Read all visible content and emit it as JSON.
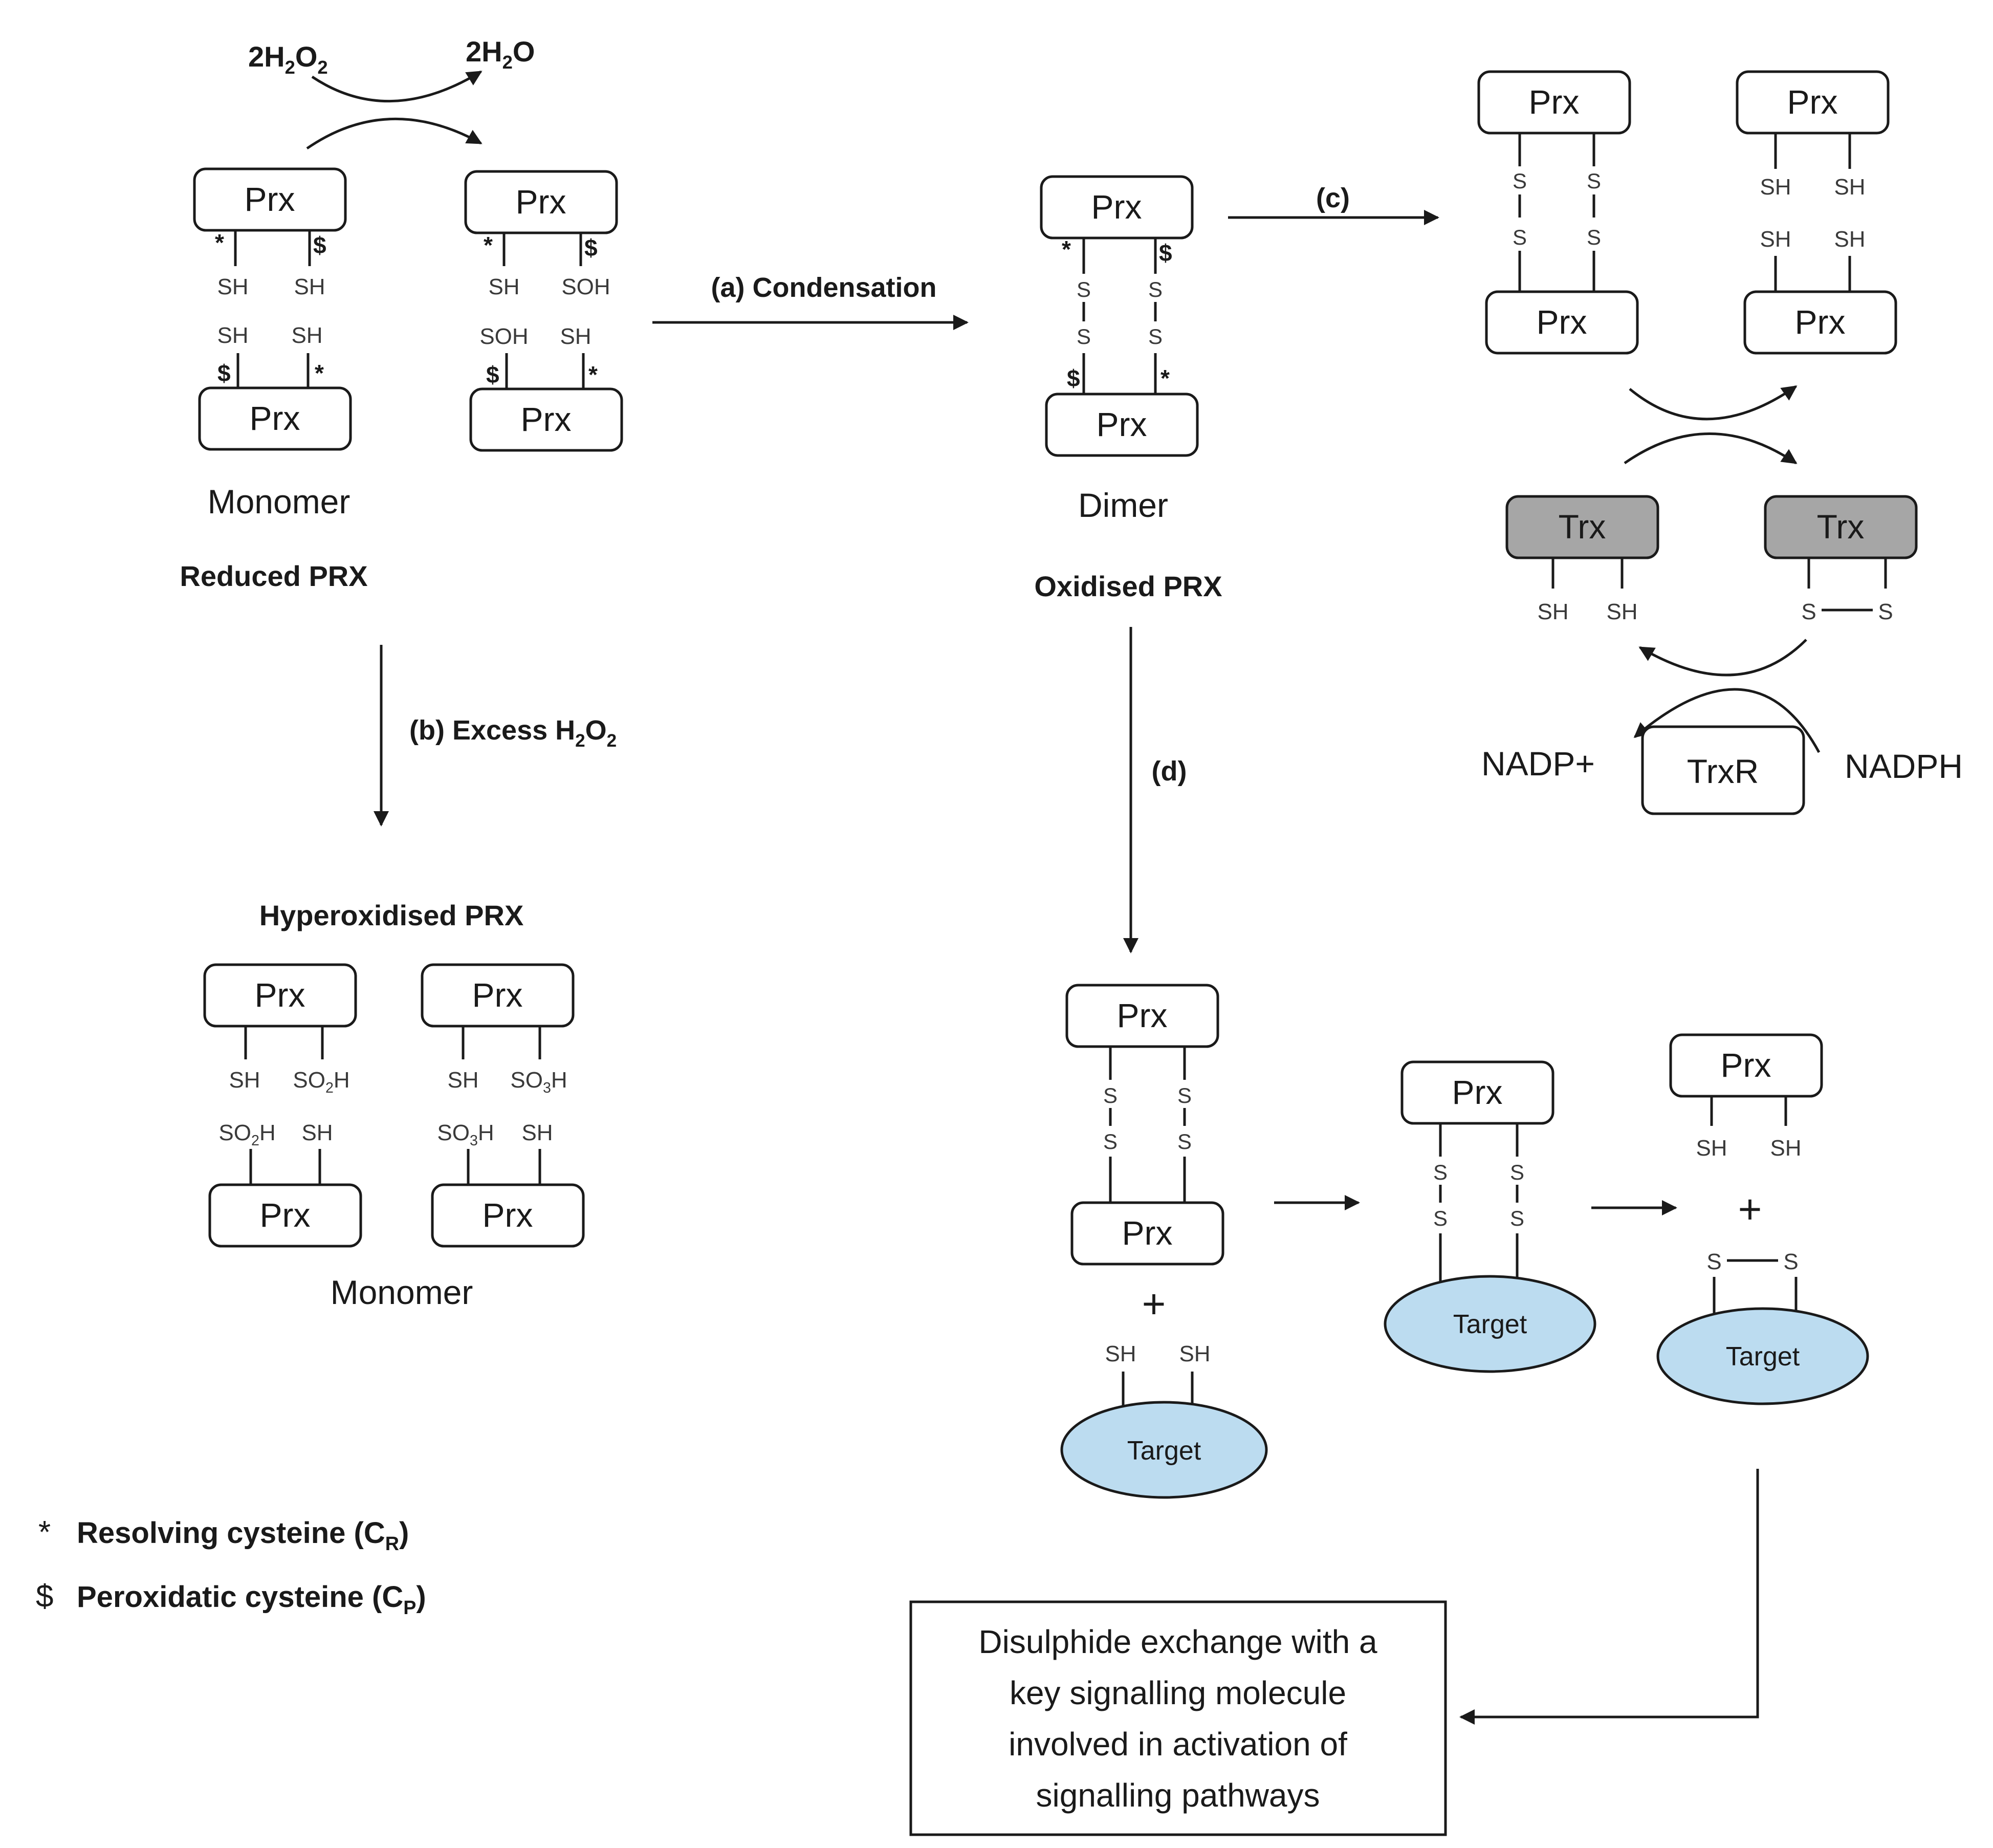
{
  "labels": {
    "prx": "Prx",
    "trx": "Trx",
    "trxr": "TrxR",
    "target": "Target",
    "sh": "SH",
    "soh": "SOH",
    "s": "S",
    "so": "SO",
    "h": "H",
    "sub_2": "2",
    "sub_3": "3",
    "star": "*",
    "dollar": "$",
    "plus": "+"
  },
  "reaction_top": {
    "reactant_prefix": "2H",
    "reactant_sub": "2",
    "reactant_mid": "O",
    "reactant_sub2": "2",
    "product_prefix": "2H",
    "product_sub": "2",
    "product_mid": "O"
  },
  "reduced": {
    "form_label": "Monomer",
    "title": "Reduced PRX"
  },
  "oxidised": {
    "form_label": "Dimer",
    "title": "Oxidised PRX"
  },
  "hyperoxidised": {
    "title": "Hyperoxidised PRX",
    "form_label": "Monomer"
  },
  "steps": {
    "a": "(a) Condensation",
    "b_prefix": "(b) Excess H",
    "b_sub": "2",
    "b_mid": "O",
    "b_sub2": "2",
    "c": "(c)",
    "d": "(d)"
  },
  "cycle": {
    "nadp": "NADP+",
    "nadph": "NADPH"
  },
  "legend": {
    "star_mark": "*",
    "star_text": "Resolving cysteine (C",
    "star_sub": "R",
    "star_close": ")",
    "dollar_mark": "$",
    "dollar_text": "Peroxidatic cysteine (C",
    "dollar_sub": "P",
    "dollar_close": ")"
  },
  "result_box": {
    "line1": "Disulphide exchange with a",
    "line2": "key signalling molecule",
    "line3": "involved in activation of",
    "line4": "signalling pathways"
  }
}
